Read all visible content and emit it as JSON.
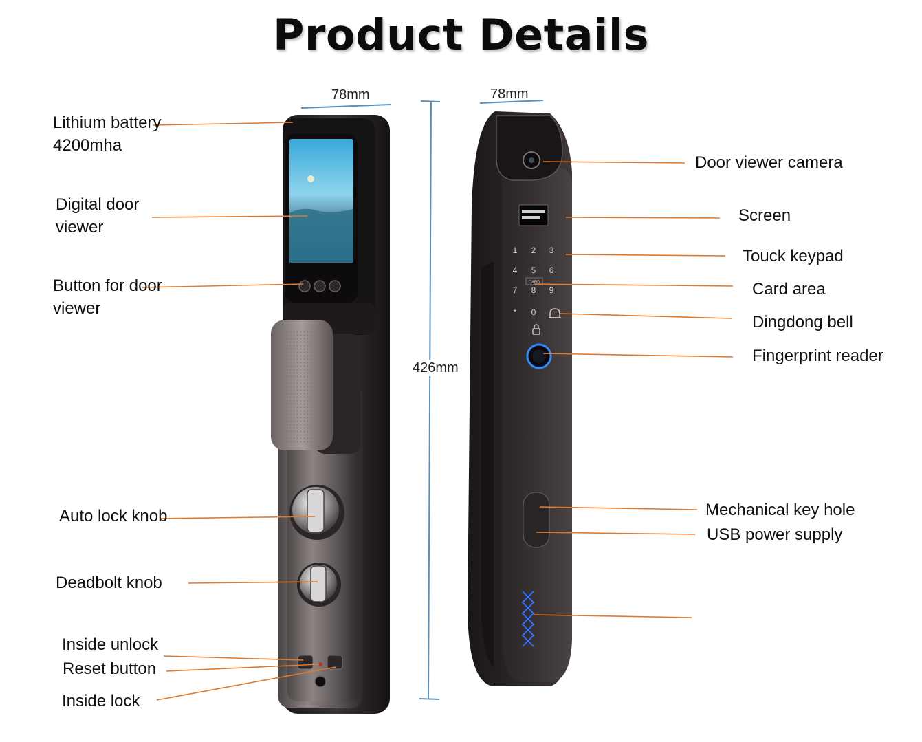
{
  "title": "Product Details",
  "dimensions": {
    "width_left": "78mm",
    "width_right": "78mm",
    "height": "426mm"
  },
  "left_labels": {
    "battery_line1": "Lithium battery",
    "battery_line2": "4200mha",
    "viewer_line1": "Digital door",
    "viewer_line2": "viewer",
    "button_line1": "Button for door",
    "button_line2": "viewer",
    "auto_lock": "Auto lock knob",
    "deadbolt": "Deadbolt knob",
    "inside_unlock": "Inside unlock",
    "reset": "Reset button",
    "inside_lock": "Inside lock"
  },
  "right_labels": {
    "camera": "Door viewer camera",
    "screen": "Screen",
    "keypad": "Touck keypad",
    "card": "Card area",
    "bell": "Dingdong bell",
    "fingerprint": "Fingerprint reader",
    "key_hole": "Mechanical key hole",
    "usb": "USB power supply"
  },
  "keypad_keys": [
    "1",
    "2",
    "3",
    "4",
    "5",
    "6",
    "7",
    "8",
    "9",
    "*",
    "0",
    "#"
  ],
  "card_mark": "CARD",
  "colors": {
    "leader_line": "#e07a2c",
    "dimension_line": "#5b8fb8",
    "lock_body": "#2a2627",
    "accent_blue": "#2f8cff"
  }
}
